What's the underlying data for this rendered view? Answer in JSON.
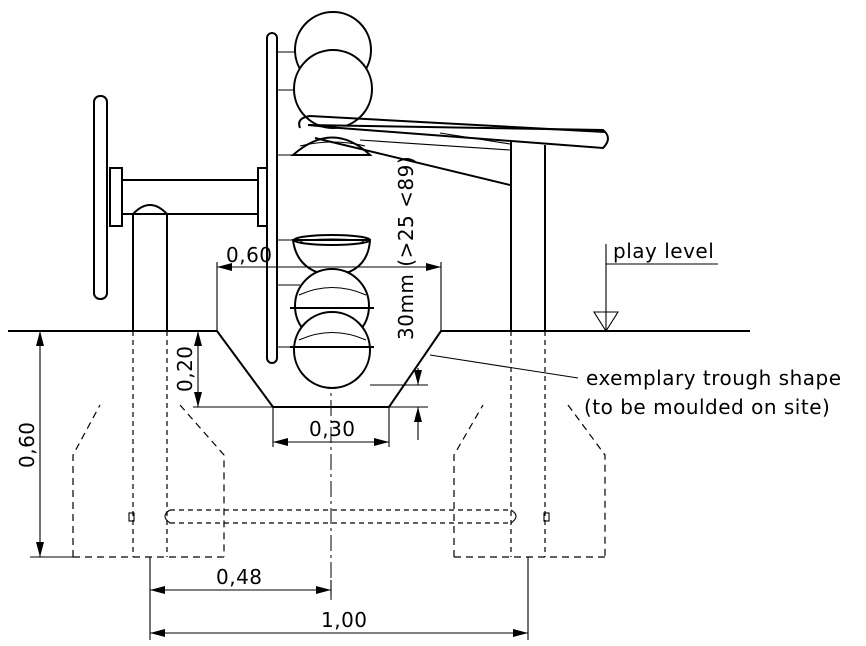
{
  "drawing": {
    "dimensions": {
      "trough_top_width": "0,60",
      "trough_depth": "0,20",
      "trough_bottom_width": "0,30",
      "foundation_depth": "0,60",
      "post_to_center": "0,48",
      "post_spacing": "1,00",
      "gap": "30mm (>25 <89)"
    },
    "labels": {
      "play_level": "play level",
      "trough_line1": "exemplary trough shape",
      "trough_line2": "(to be moulded on site)"
    }
  }
}
